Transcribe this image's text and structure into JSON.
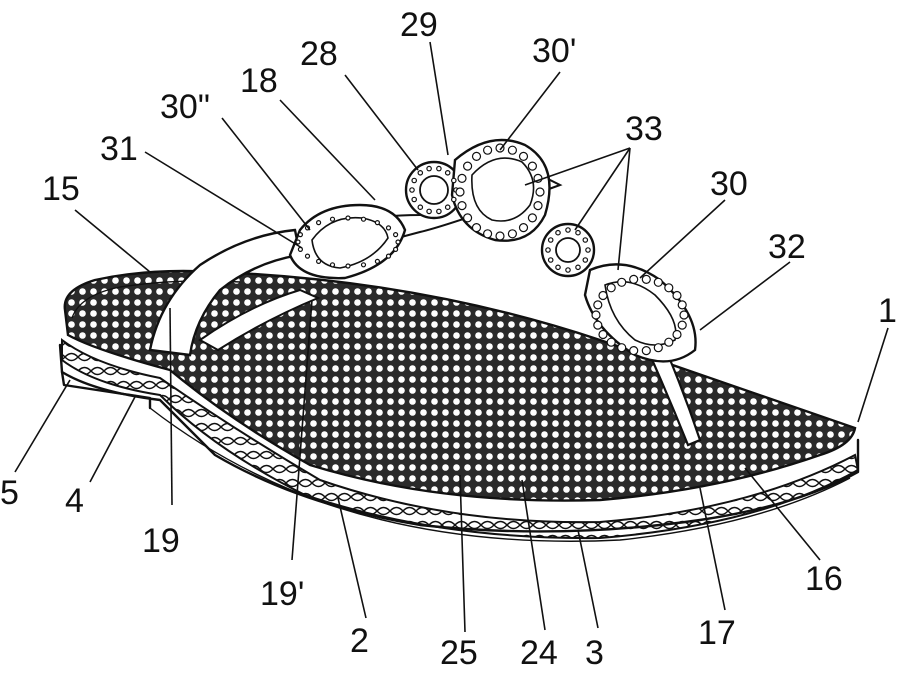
{
  "figure": {
    "reference_labels": [
      {
        "id": "lbl-1",
        "text": "1"
      },
      {
        "id": "lbl-2",
        "text": "2"
      },
      {
        "id": "lbl-3",
        "text": "3"
      },
      {
        "id": "lbl-4",
        "text": "4"
      },
      {
        "id": "lbl-5",
        "text": "5"
      },
      {
        "id": "lbl-15",
        "text": "15"
      },
      {
        "id": "lbl-16",
        "text": "16"
      },
      {
        "id": "lbl-17",
        "text": "17"
      },
      {
        "id": "lbl-18",
        "text": "18"
      },
      {
        "id": "lbl-19",
        "text": "19"
      },
      {
        "id": "lbl-19p",
        "text": "19'"
      },
      {
        "id": "lbl-24",
        "text": "24"
      },
      {
        "id": "lbl-25",
        "text": "25"
      },
      {
        "id": "lbl-28",
        "text": "28"
      },
      {
        "id": "lbl-29",
        "text": "29"
      },
      {
        "id": "lbl-30",
        "text": "30"
      },
      {
        "id": "lbl-30p",
        "text": "30'"
      },
      {
        "id": "lbl-30pp",
        "text": "30\""
      },
      {
        "id": "lbl-31",
        "text": "31"
      },
      {
        "id": "lbl-32",
        "text": "32"
      },
      {
        "id": "lbl-33",
        "text": "33"
      }
    ]
  }
}
